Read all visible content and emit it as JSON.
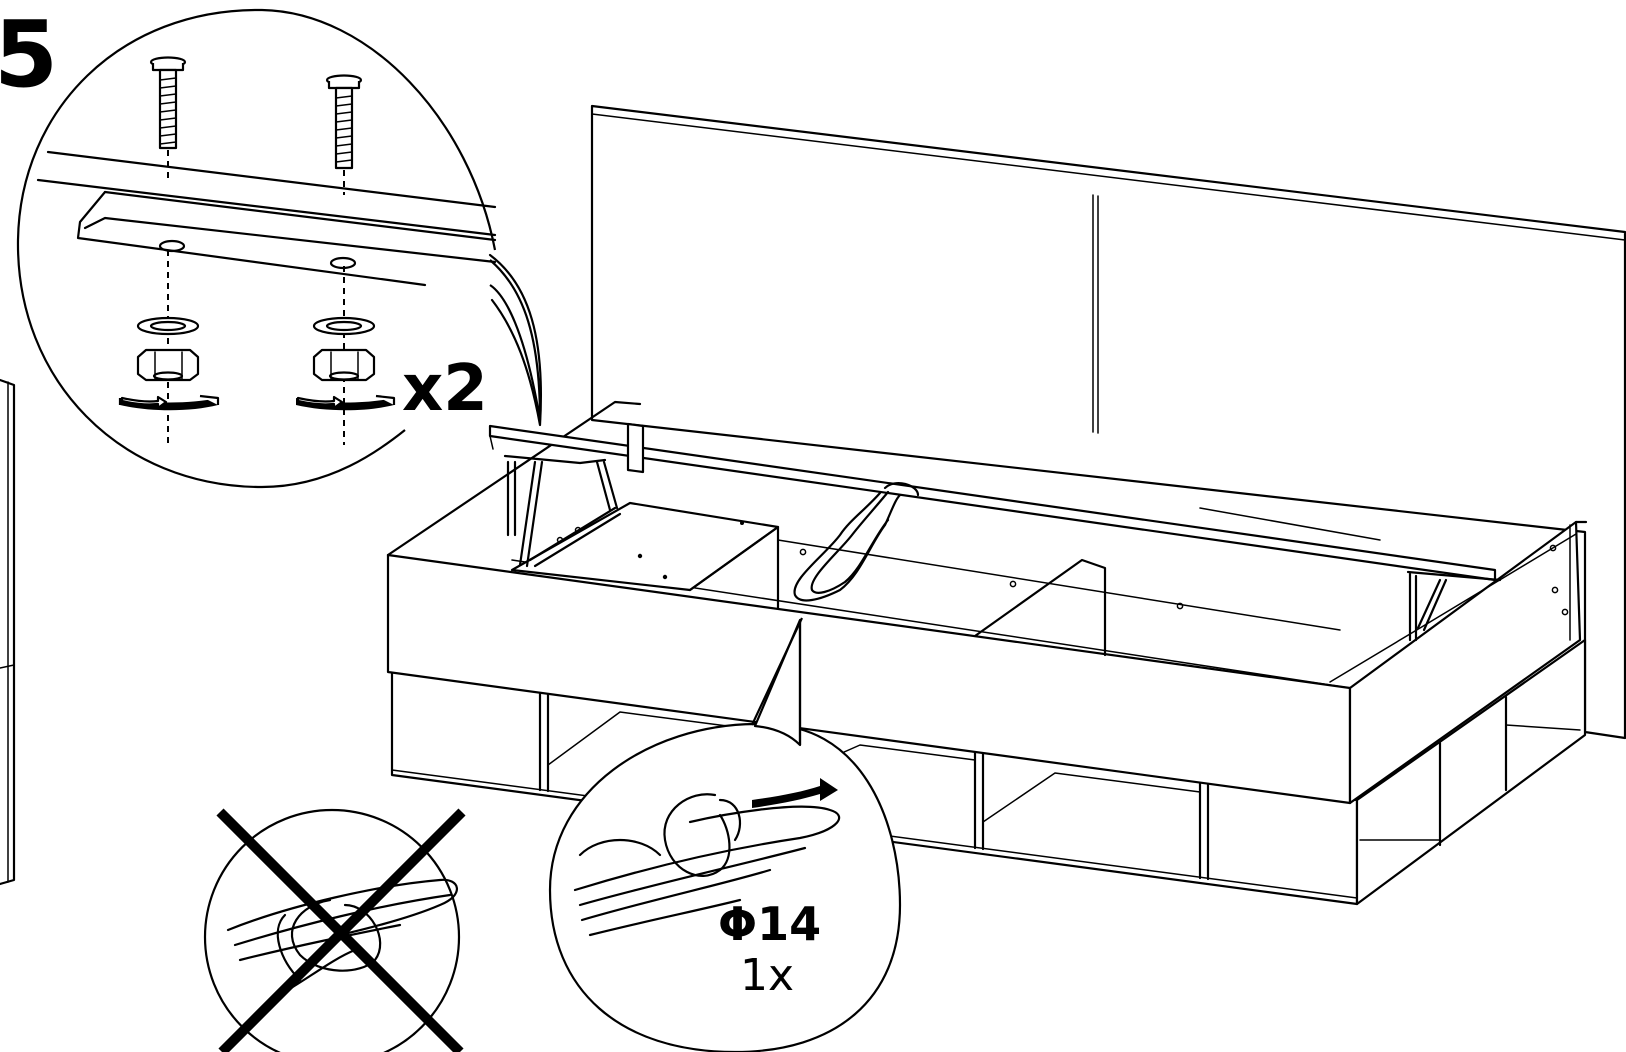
{
  "step": {
    "number": "5"
  },
  "bolt_detail": {
    "quantity_label": "x2"
  },
  "strap_detail": {
    "part_code": "Φ14",
    "part_quantity": "1x"
  }
}
